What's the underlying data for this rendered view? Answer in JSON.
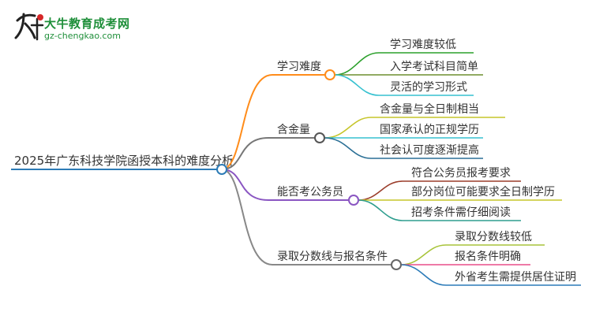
{
  "logo": {
    "title": "大牛教育成考网",
    "url": "gz-chengkao.com"
  },
  "colors": {
    "root": "#2c7bb6",
    "branch1": "#ff8c1a",
    "branch2": "#777777",
    "branch3": "#8a56c2",
    "branch4": "#888888",
    "leaf_green": "#2ca02c",
    "leaf_darkgreen": "#6d8f2f",
    "leaf_cyan": "#36c1d0",
    "leaf_olive": "#c6c52a",
    "leaf_slate": "#2a6f95",
    "leaf_brown": "#9b3d2b",
    "leaf_teal": "#2f9e8f",
    "leaf_yellowgreen": "#a8c43a",
    "leaf_pink": "#e94f8a",
    "leaf_blue": "#2a7ab8"
  },
  "root": {
    "label": "2025年广东科技学院函授本科的难度分析"
  },
  "branches": [
    {
      "label": "学习难度",
      "leaves": [
        "学习难度较低",
        "入学考试科目简单",
        "灵活的学习形式"
      ]
    },
    {
      "label": "含金量",
      "leaves": [
        "含金量与全日制相当",
        "国家承认的正规学历",
        "社会认可度逐渐提高"
      ]
    },
    {
      "label": "能否考公务员",
      "leaves": [
        "符合公务员报考要求",
        "部分岗位可能要求全日制学历",
        "招考条件需仔细阅读"
      ]
    },
    {
      "label": "录取分数线与报名条件",
      "leaves": [
        "录取分数线较低",
        "报名条件明确",
        "外省考生需提供居住证明"
      ]
    }
  ]
}
